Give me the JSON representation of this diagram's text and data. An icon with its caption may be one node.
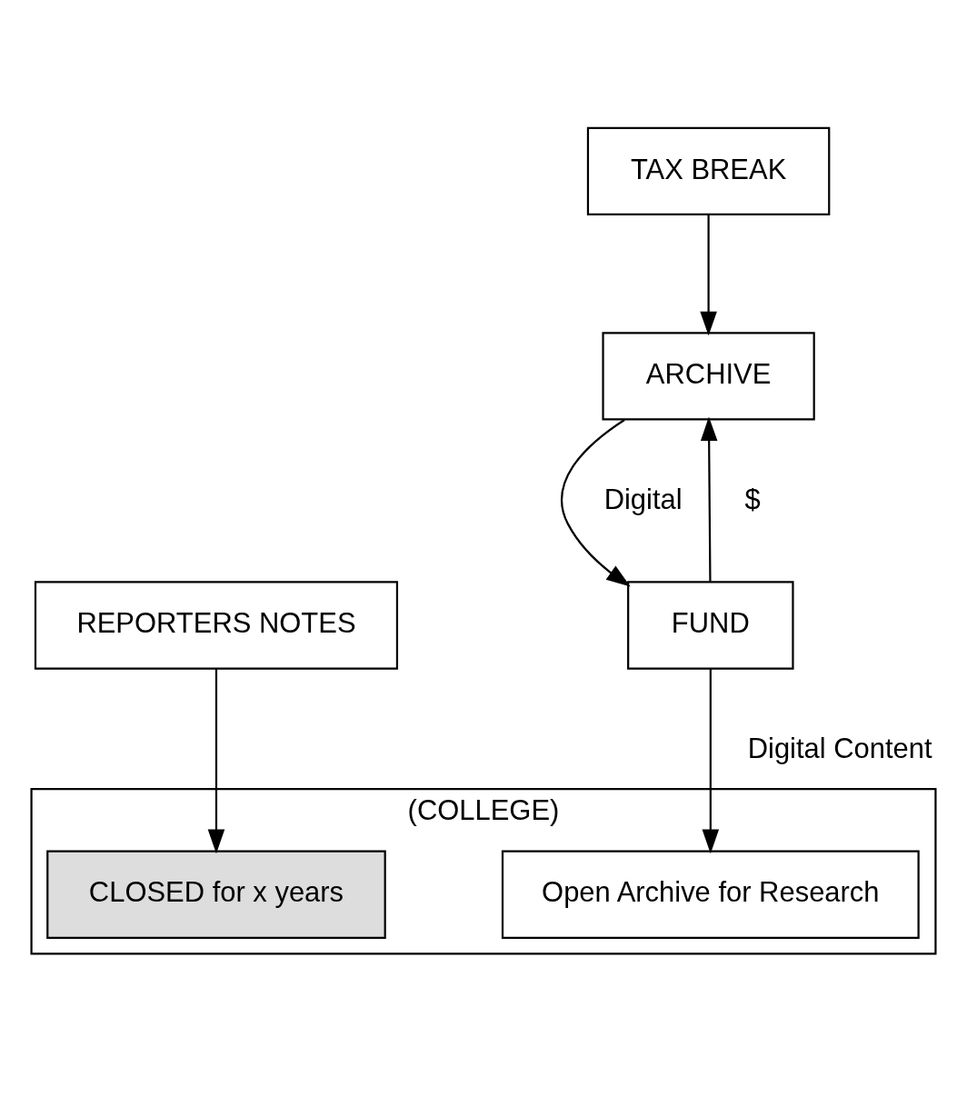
{
  "diagram": {
    "nodes": [
      {
        "text": [
          "ARCHIVE"
        ]
      },
      {
        "text": [
          "REPORTERS NOTES"
        ]
      },
      {
        "text": [
          "TAX BREAK"
        ]
      },
      {
        "text": [
          "FUND"
        ]
      },
      {
        "text": [
          "(COLLEGE)"
        ]
      },
      {
        "text": [
          "Open Archive for Research"
        ],
        "in": 4
      },
      {
        "text": [
          "CLOSED for x years"
        ],
        "in": 4
      }
    ],
    "edges": [
      {
        "from": 2,
        "to": 0,
        "arrow": "to"
      },
      {
        "from": 0,
        "to": 3,
        "arrow": "to",
        "label": "Digital"
      },
      {
        "from": 3,
        "to": 0,
        "arrow": "to",
        "label": "$"
      },
      {
        "from": 3,
        "to": 5,
        "arrow": "to",
        "label": "Digital Content"
      },
      {
        "from": 1,
        "to": 6,
        "arrow": "to"
      }
    ]
  }
}
